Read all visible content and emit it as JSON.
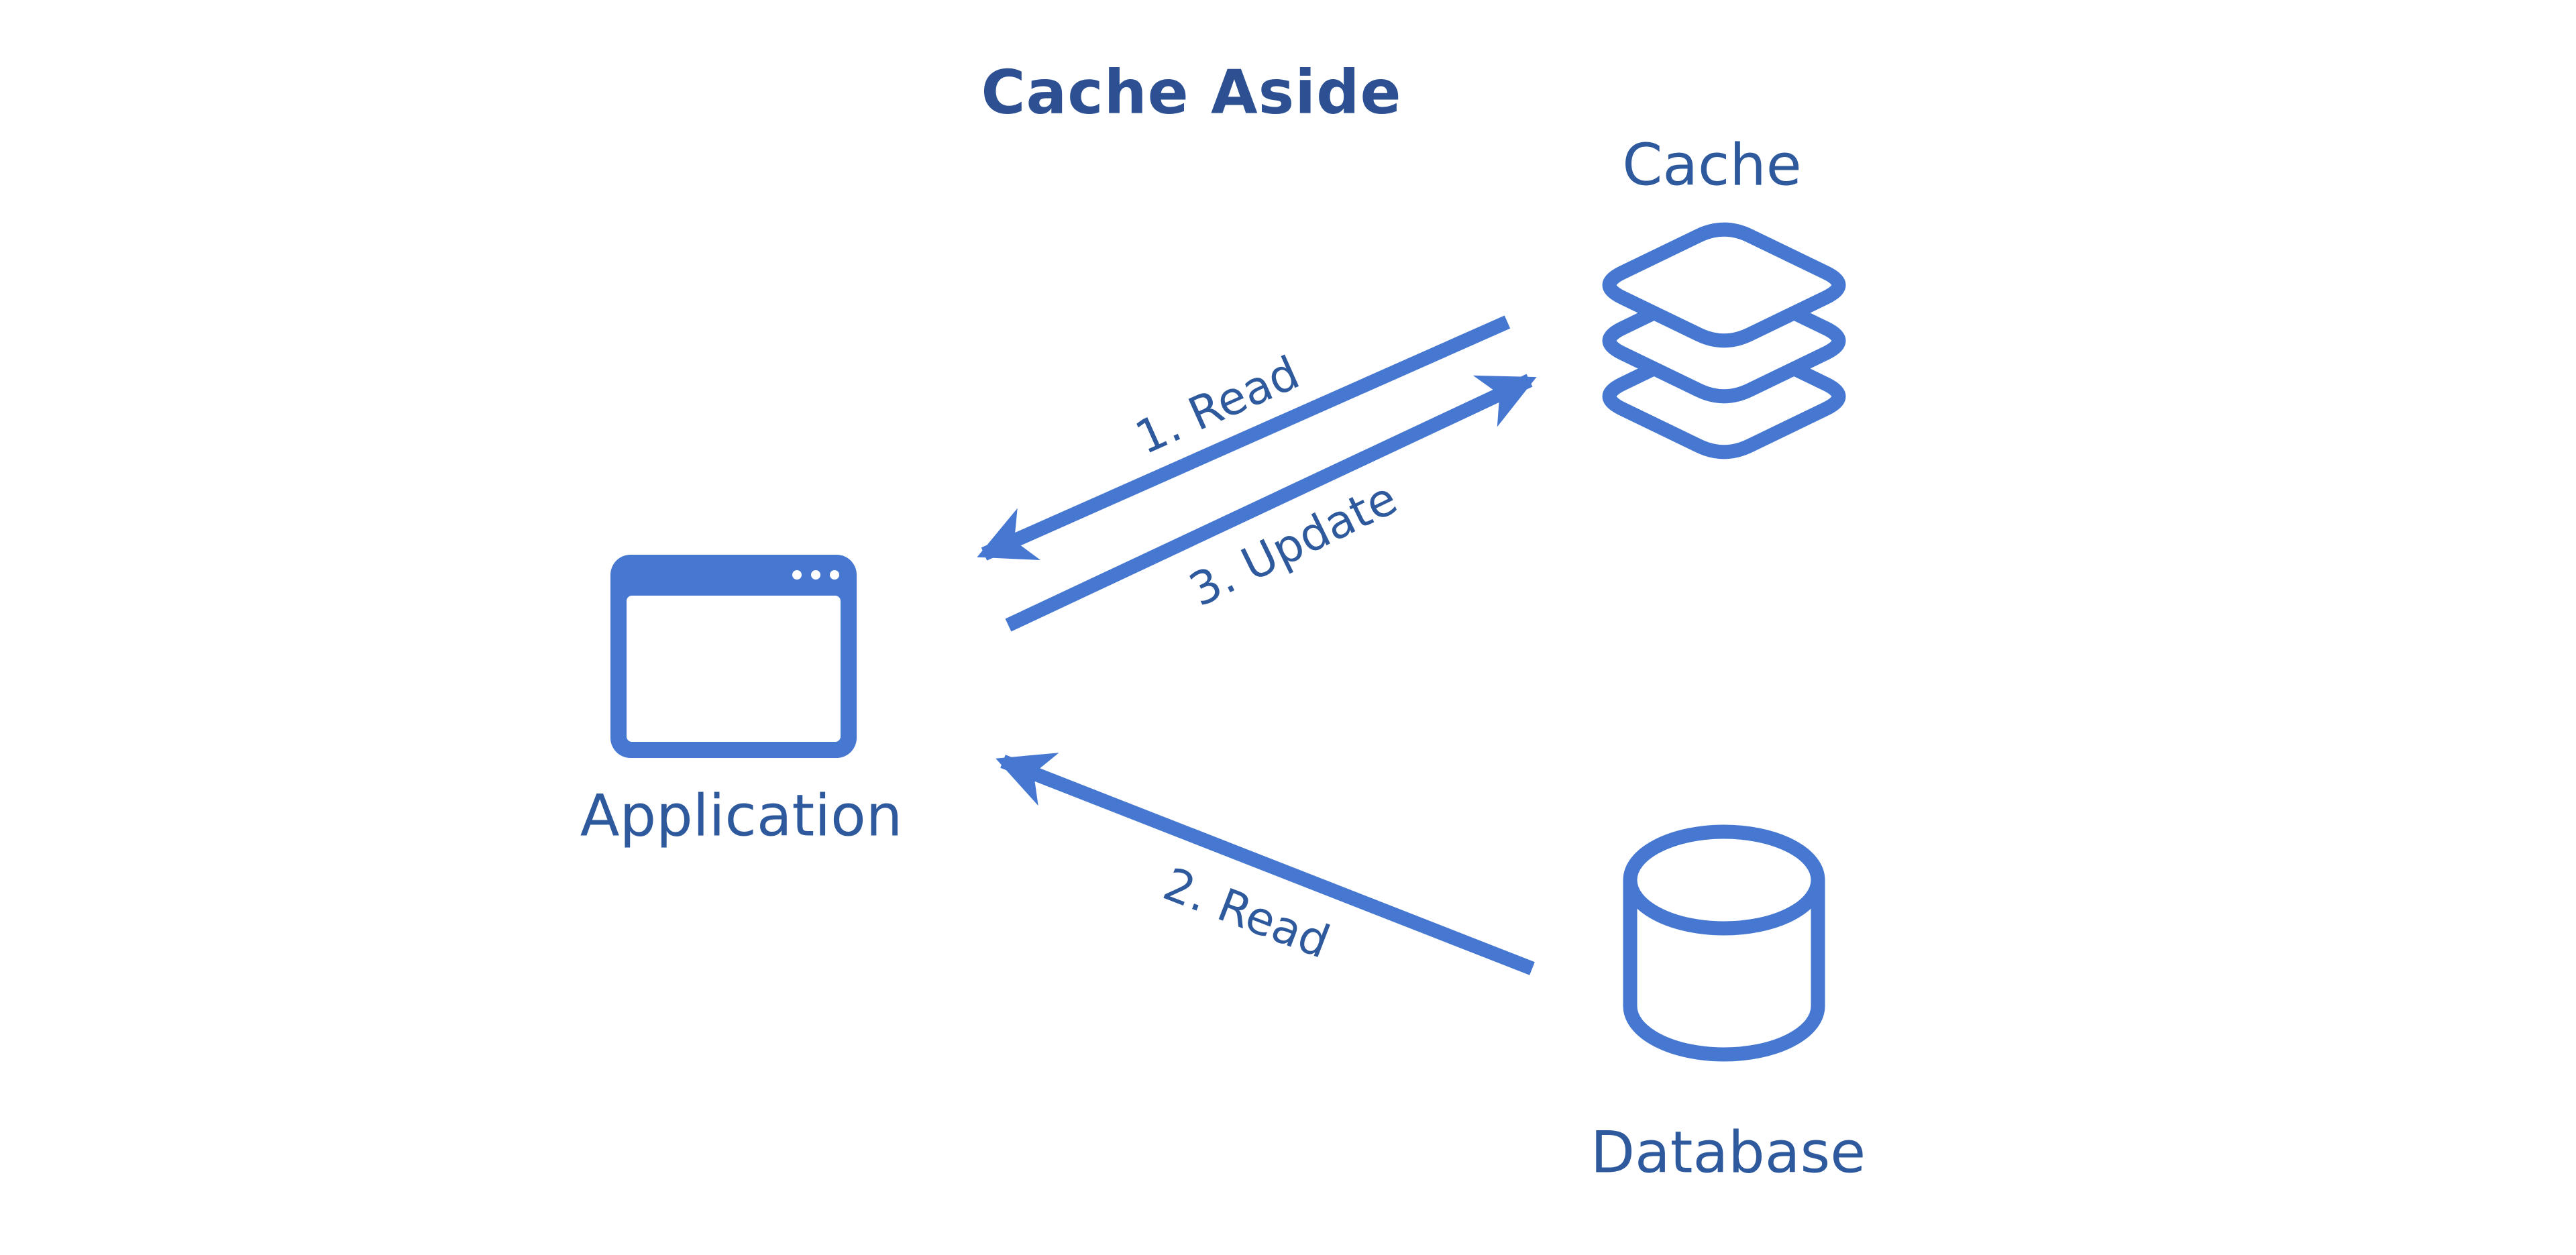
{
  "title": {
    "text": "Cache Aside"
  },
  "colors": {
    "accent_blue": "#4678d2",
    "label_blue": "#2e5a9d",
    "title_blue": "#2d5092",
    "icon_fill": "#ffffff"
  },
  "nodes": {
    "cache": {
      "label": "Cache",
      "icon": "layers-icon"
    },
    "application": {
      "label": "Application",
      "icon": "browser-window-icon"
    },
    "database": {
      "label": "Database",
      "icon": "database-cylinder-icon"
    }
  },
  "arrows": [
    {
      "label": "1. Read",
      "from": "cache",
      "to": "application"
    },
    {
      "label": "2. Read",
      "from": "database",
      "to": "application"
    },
    {
      "label": "3. Update",
      "from": "application",
      "to": "cache"
    }
  ]
}
